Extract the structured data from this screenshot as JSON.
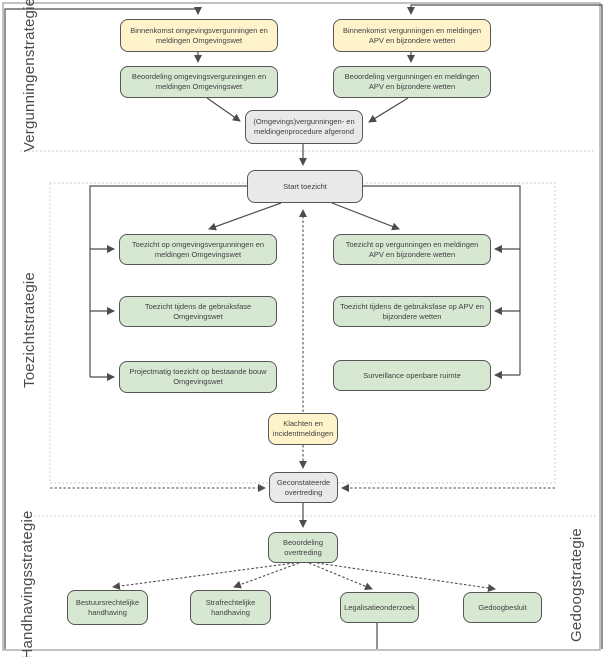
{
  "colors": {
    "yellow_fill": "#fff3cc",
    "green_fill": "#d7e8d2",
    "gray_fill": "#e9e9e9",
    "node_border": "#565656",
    "text": "#3f3f3f",
    "connector": "#4d4d4d",
    "guide": "#bfbfbf"
  },
  "sections": {
    "vergunningen": {
      "label": "Vergunningenstrategie"
    },
    "toezicht": {
      "label": "Toezichtstrategie"
    },
    "handhaving": {
      "label": "Handhavingsstrategie"
    },
    "gedoog": {
      "label": "Gedoogstrategie"
    }
  },
  "nodes": {
    "binnenkomst_ow": {
      "text": "Binnenkomst omgevingsvergunningen en meldingen Omgevingswet"
    },
    "binnenkomst_apv": {
      "text": "Binnenkomst vergunningen en meldingen APV en bijzondere wetten"
    },
    "beoordeling_ow": {
      "text": "Beoordeling omgevingsvergunningen en meldingen Omgevingswet"
    },
    "beoordeling_apv": {
      "text": "Beoordeling vergunningen en meldingen APV en bijzondere wetten"
    },
    "procedure_afgerond": {
      "text": "(Omgevings)vergunningen- en meldingenprocedure afgerond"
    },
    "start_toezicht": {
      "text": "Start toezicht"
    },
    "toezicht_ow": {
      "text": "Toezicht op omgevingsvergunningen en meldingen Omgevingswet"
    },
    "toezicht_gebruiksfase_ow": {
      "text": "Toezicht tijdens de gebruiksfase Omgevingswet"
    },
    "projectmatig_toezicht": {
      "text": "Projectmatig toezicht op bestaande bouw Omgevingswet"
    },
    "toezicht_apv": {
      "text": "Toezicht op vergunningen en meldingen APV en bijzondere wetten"
    },
    "toezicht_gebruiksfase_apv": {
      "text": "Toezicht tijdens de gebruiksfase op APV en bijzondere wetten"
    },
    "surveillance": {
      "text": "Surveillance openbare ruimte"
    },
    "klachten": {
      "text": "Klachten en incidentmeldingen"
    },
    "geconstateerde_overtreding": {
      "text": "Geconstateerde overtreding"
    },
    "beoordeling_overtreding": {
      "text": "Beoordeling overtreding"
    },
    "bestuursrechtelijk": {
      "text": "Bestuursrechtelijke handhaving"
    },
    "strafrechtelijk": {
      "text": "Strafrechtelijke handhaving"
    },
    "legalisatieonderzoek": {
      "text": "Legalisatieonderzoek"
    },
    "gedoogbesluit": {
      "text": "Gedoogbesluit"
    }
  }
}
